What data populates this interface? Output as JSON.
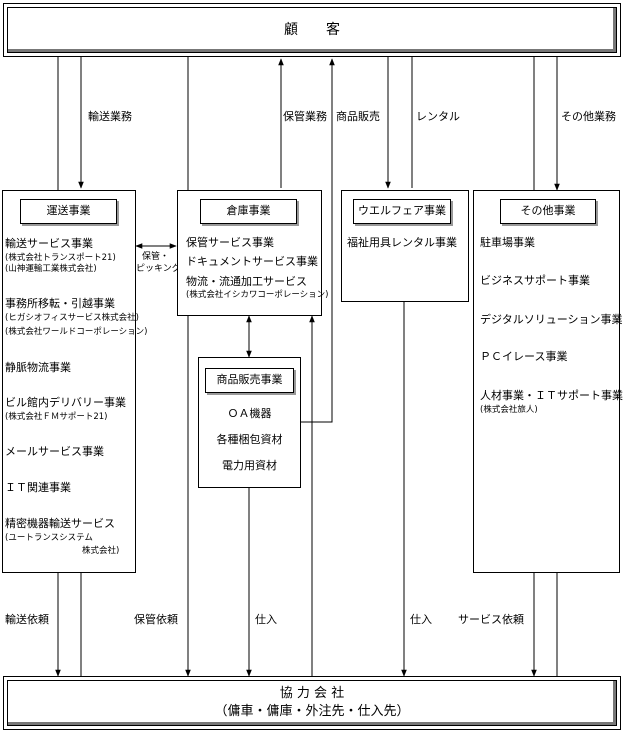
{
  "customer": "顧　　客",
  "partner": {
    "title": "協 力 会 社",
    "subtitle": "（傭車・傭庫・外注先・仕入先）"
  },
  "flows": {
    "transport_work": "輸送業務",
    "storage_work": "保管業務",
    "product_sales": "商品販売",
    "rental": "レンタル",
    "other_work": "その他業務",
    "transport_request": "輸送依頼",
    "storage_request": "保管依頼",
    "purchase_1": "仕入",
    "purchase_2": "仕入",
    "service_request": "サービス依頼",
    "hokan_picking_1": "保管・",
    "hokan_picking_2": "ピッキング"
  },
  "transport": {
    "header": "運送事業",
    "i1": "輸送サービス事業",
    "i1a": "(株式会社トランスポート21)",
    "i1b": "(山神運輸工業株式会社)",
    "i2": "事務所移転・引越事業",
    "i2a": "(ヒガシオフィスサービス株式会社)",
    "i2b": "(株式会社ワールドコーポレーション)",
    "i3": "静脈物流事業",
    "i4": "ビル館内デリバリー事業",
    "i4a": "(株式会社ＦＭサポート21)",
    "i5": "メールサービス事業",
    "i6": "ＩＴ関連事業",
    "i7": "精密機器輸送サービス",
    "i7a": "(ユートランスシステム",
    "i7b": "株式会社)"
  },
  "warehouse": {
    "header": "倉庫事業",
    "i1": "保管サービス事業",
    "i2": "ドキュメントサービス事業",
    "i3": "物流・流通加工サービス",
    "i3a": "(株式会社イシカワコーポレーション)"
  },
  "welfare": {
    "header": "ウエルフェア事業",
    "i1": "福祉用具レンタル事業"
  },
  "other": {
    "header": "その他事業",
    "i1": "駐車場事業",
    "i2": "ビジネスサポート事業",
    "i3": "デジタルソリューション事業",
    "i4": "ＰＣイレース事業",
    "i5": "人材事業・ＩＴサポート事業",
    "i5a": "(株式会社旅人)"
  },
  "sales": {
    "header": "商品販売事業",
    "i1": "ＯＡ機器",
    "i2": "各種梱包資材",
    "i3": "電力用資材"
  }
}
